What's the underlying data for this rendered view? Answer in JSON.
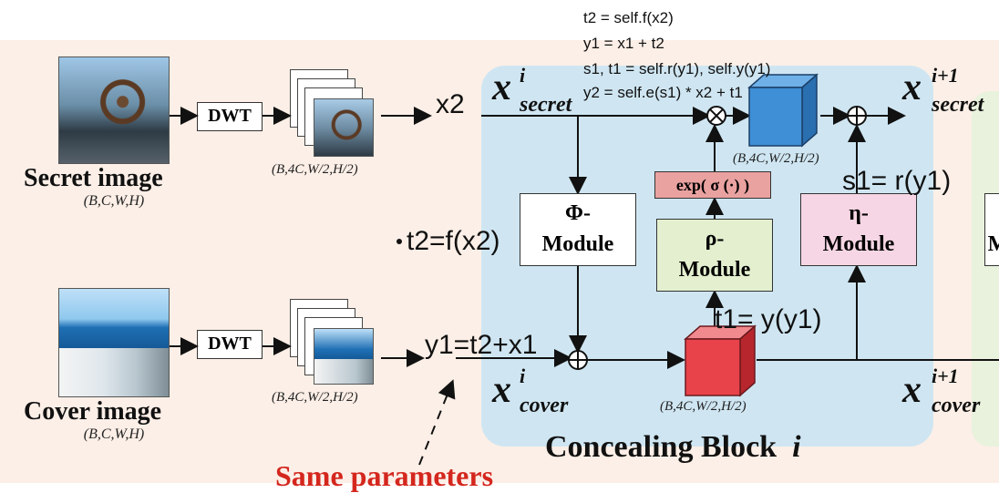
{
  "secret_branch": {
    "caption": "Secret image",
    "dims": "(B,C,W,H)",
    "dwt_label": "DWT",
    "dwt_dims": "(B,4C,W/2,H/2)",
    "annot": "x2"
  },
  "cover_branch": {
    "caption": "Cover image",
    "dims": "(B,C,W,H)",
    "dwt_label": "DWT",
    "dwt_dims": "(B,4C,W/2,H/2)",
    "annot": "y1=t2+x1"
  },
  "block": {
    "title_text": "Concealing Block",
    "title_var": "i",
    "phi_line1": "Φ-",
    "phi_line2": "Module",
    "rho_line1": "ρ-",
    "rho_line2": "Module",
    "eta_line1": "η-",
    "eta_line2": "Module",
    "partial_module": "M",
    "exp_label": "exp( σ (·) )",
    "upper_cube_dims": "(B,4C,W/2,H/2)",
    "lower_cube_dims": "(B,4C,W/2,H/2)",
    "x_secret_in": {
      "base": "x",
      "sup": "i",
      "sub": "secret"
    },
    "x_secret_out": {
      "base": "x",
      "sup": "i+1",
      "sub": "secret"
    },
    "x_cover_in": {
      "base": "x",
      "sup": "i",
      "sub": "cover"
    },
    "x_cover_out": {
      "base": "x",
      "sup": "i+1",
      "sub": "cover"
    }
  },
  "code_overlay": [
    "t2 = self.f(x2)",
    "y1 = x1 + t2",
    "s1, t1 = self.r(y1), self.y(y1)",
    "y2 = self.e(s1) * x2 + t1"
  ],
  "handwritten_annots": {
    "t2": "t2=f(x2)",
    "s1": "s1= r(y1)",
    "t1": "t1= y(y1)"
  },
  "bottom_label": "Same parameters",
  "colors": {
    "background": "#fcefe7",
    "block": "#cfe6f2",
    "rho_module": "#e3efcf",
    "eta_module": "#f6d6e4",
    "exp_box": "#e9a2a0",
    "cube_blue": "#3f8fd6",
    "cube_red": "#e8424a",
    "label_red": "#d4271e"
  }
}
